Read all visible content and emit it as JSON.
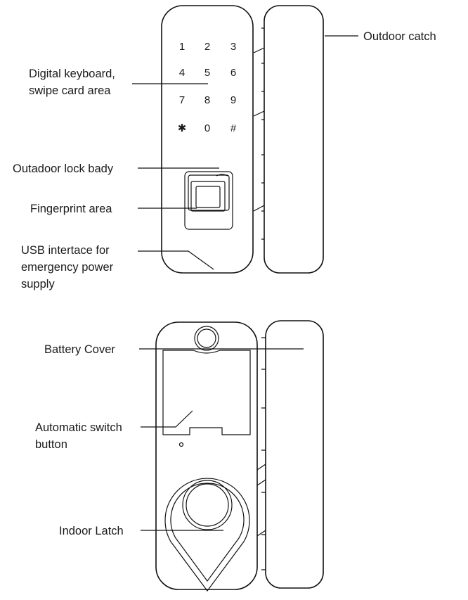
{
  "callouts": {
    "outdoor_catch": "Outdoor catch",
    "keyboard_line1": "Digital keyboard,",
    "keyboard_line2": "swipe card area",
    "lock_body": "Outadoor lock bady",
    "fingerprint": "Fingerprint area",
    "usb_line1": "USB intertace for",
    "usb_line2": "emergency power",
    "usb_line3": "supply",
    "battery_cover": "Battery Cover",
    "auto_switch_line1": "Automatic switch",
    "auto_switch_line2": "button",
    "indoor_latch": "Indoor Latch"
  },
  "keypad": [
    "1",
    "2",
    "3",
    "4",
    "5",
    "6",
    "7",
    "8",
    "9",
    "✱",
    "0",
    "#"
  ]
}
